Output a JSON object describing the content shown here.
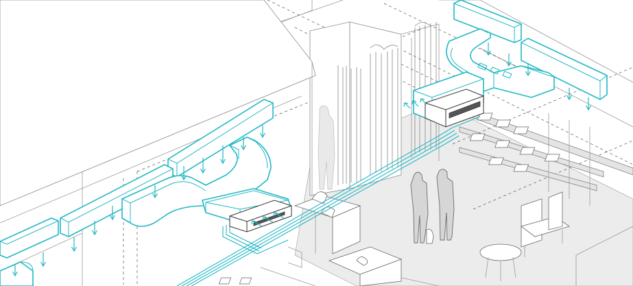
{
  "illustration": {
    "style": "isometric line drawing",
    "palette": {
      "duct": "#21b8c4",
      "structure": "#9a9a9a",
      "floor": "#ececec",
      "figure": "#d6d6d6",
      "background": "#ffffff"
    },
    "components": [
      "ceiling-slab",
      "supply-duct-left",
      "supply-duct-right",
      "refrigerant-pipes",
      "fan-coil-unit-left",
      "fan-coil-unit-right",
      "fitting-rooms",
      "shelving-unit",
      "display-tables",
      "lounge-chair",
      "round-side-table",
      "shoppers"
    ]
  }
}
